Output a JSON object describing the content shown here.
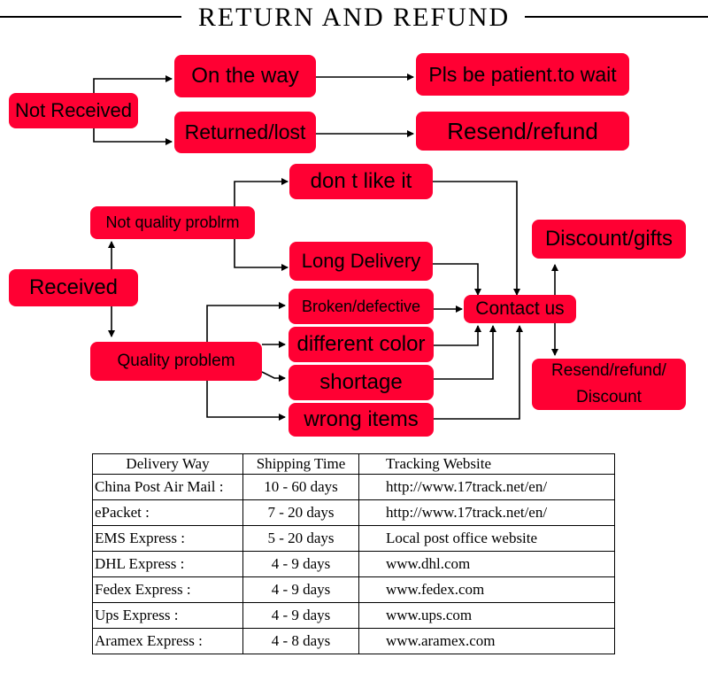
{
  "header": {
    "title": "RETURN AND REFUND"
  },
  "flow": {
    "not_received": "Not Received",
    "on_the_way": "On the way",
    "be_patient": "Pls be patient.to wait",
    "returned_lost": "Returned/lost",
    "resend_refund": "Resend/refund",
    "dont_like": "don t like it",
    "not_quality": "Not quality problrm",
    "received": "Received",
    "long_delivery": "Long Delivery",
    "discount_gifts": "Discount/gifts",
    "broken": "Broken/defective",
    "contact_us": "Contact us",
    "different_color": "different color",
    "quality_problem": "Quality problem",
    "shortage": "shortage",
    "resend_discount_1": "Resend/refund/",
    "resend_discount_2": "Discount",
    "wrong_items": "wrong items"
  },
  "colors": {
    "box_fill": "#ff0033",
    "text": "#000000",
    "arrow": "#000000"
  },
  "table": {
    "headers": [
      "Delivery Way",
      "Shipping Time",
      "Tracking Website"
    ],
    "rows": [
      [
        "China Post Air Mail :",
        "10 - 60 days",
        "http://www.17track.net/en/"
      ],
      [
        "ePacket :",
        "7 - 20 days",
        "http://www.17track.net/en/"
      ],
      [
        "EMS Express :",
        "5 - 20 days",
        "Local post office website"
      ],
      [
        "DHL Express :",
        "4 - 9 days",
        "www.dhl.com"
      ],
      [
        "Fedex Express :",
        "4 - 9 days",
        "www.fedex.com"
      ],
      [
        "Ups Express :",
        "4 - 9 days",
        "www.ups.com"
      ],
      [
        "Aramex Express :",
        "4 - 8 days",
        "www.aramex.com"
      ]
    ]
  }
}
